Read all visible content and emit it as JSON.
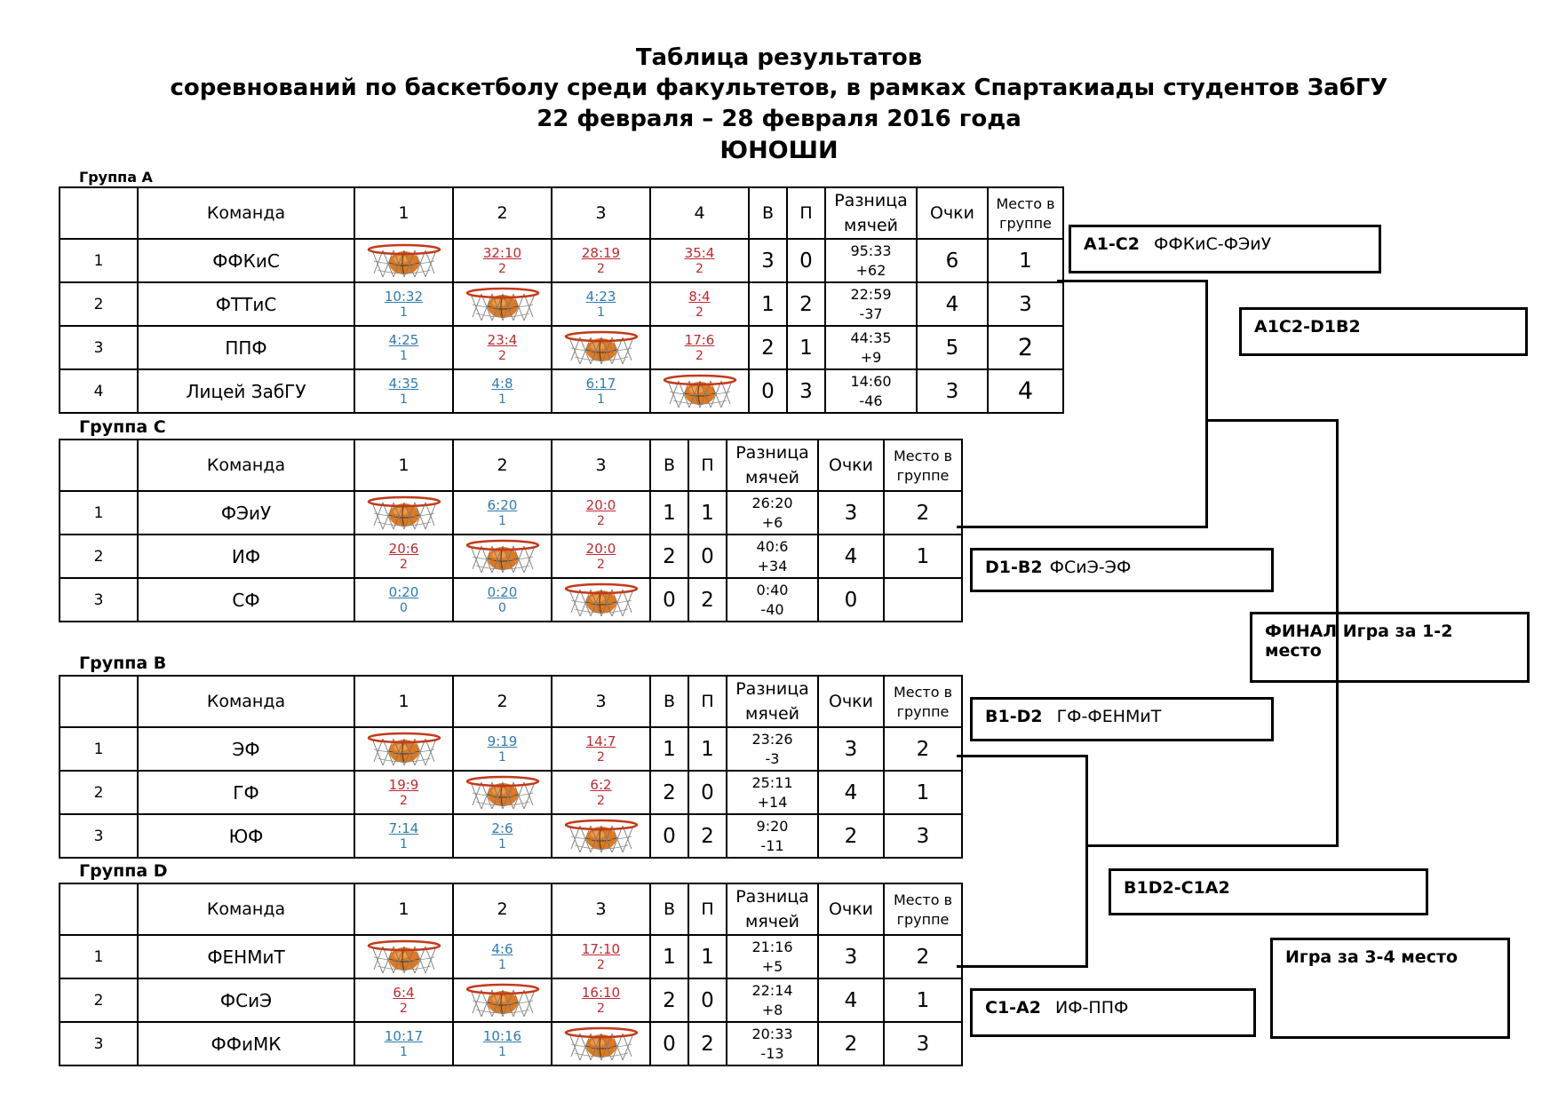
{
  "titles": {
    "line1": "Таблица результатов",
    "line2": "соревнований по баскетболу среди факультетов, в рамках Спартакиады студентов ЗабГУ",
    "line3": "22 февраля – 28 февраля 2016 года",
    "line4": "ЮНОШИ"
  },
  "headers": {
    "team": "Команда",
    "won": "В",
    "lost": "П",
    "diff": "Разница мячей",
    "points": "Очки",
    "place": "Место в группе"
  },
  "colors": {
    "win": "#c0282f",
    "loss": "#2e7bb0"
  },
  "groups": {
    "A": {
      "label": "Группа А",
      "cols": [
        "1",
        "2",
        "3",
        "4"
      ],
      "rows": [
        {
          "n": "1",
          "team": "ФФКиС",
          "cells": [
            null,
            {
              "s": "32:10",
              "p": "2",
              "c": "red"
            },
            {
              "s": "28:19",
              "p": "2",
              "c": "red"
            },
            {
              "s": "35:4",
              "p": "2",
              "c": "red"
            }
          ],
          "w": "3",
          "l": "0",
          "d1": "95:33",
          "d2": "+62",
          "pts": "6",
          "place": "1"
        },
        {
          "n": "2",
          "team": "ФТТиС",
          "cells": [
            {
              "s": "10:32",
              "p": "1",
              "c": "blue"
            },
            null,
            {
              "s": "4:23",
              "p": "1",
              "c": "blue"
            },
            {
              "s": "8:4",
              "p": "2",
              "c": "red"
            }
          ],
          "w": "1",
          "l": "2",
          "d1": "22:59",
          "d2": "-37",
          "pts": "4",
          "place": "3"
        },
        {
          "n": "3",
          "team": "ППФ",
          "cells": [
            {
              "s": "4:25",
              "p": "1",
              "c": "blue"
            },
            {
              "s": "23:4",
              "p": "2",
              "c": "red"
            },
            null,
            {
              "s": "17:6",
              "p": "2",
              "c": "red"
            }
          ],
          "w": "2",
          "l": "1",
          "d1": "44:35",
          "d2": "+9",
          "pts": "5",
          "place": "2"
        },
        {
          "n": "4",
          "team": "Лицей ЗабГУ",
          "cells": [
            {
              "s": "4:35",
              "p": "1",
              "c": "blue"
            },
            {
              "s": "4:8",
              "p": "1",
              "c": "blue"
            },
            {
              "s": "6:17",
              "p": "1",
              "c": "blue"
            },
            null
          ],
          "w": "0",
          "l": "3",
          "d1": "14:60",
          "d2": "-46",
          "pts": "3",
          "place": "4"
        }
      ]
    },
    "C": {
      "label": "Группа С",
      "cols": [
        "1",
        "2",
        "3"
      ],
      "rows": [
        {
          "n": "1",
          "team": "ФЭиУ",
          "cells": [
            null,
            {
              "s": "6:20",
              "p": "1",
              "c": "blue"
            },
            {
              "s": "20:0",
              "p": "2",
              "c": "red"
            }
          ],
          "w": "1",
          "l": "1",
          "d1": "26:20",
          "d2": "+6",
          "pts": "3",
          "place": "2"
        },
        {
          "n": "2",
          "team": "ИФ",
          "cells": [
            {
              "s": "20:6",
              "p": "2",
              "c": "red"
            },
            null,
            {
              "s": "20:0",
              "p": "2",
              "c": "red"
            }
          ],
          "w": "2",
          "l": "0",
          "d1": "40:6",
          "d2": "+34",
          "pts": "4",
          "place": "1"
        },
        {
          "n": "3",
          "team": "СФ",
          "cells": [
            {
              "s": "0:20",
              "p": "0",
              "c": "blue"
            },
            {
              "s": "0:20",
              "p": "0",
              "c": "blue"
            },
            null
          ],
          "w": "0",
          "l": "2",
          "d1": "0:40",
          "d2": "-40",
          "pts": "0",
          "place": ""
        }
      ]
    },
    "B": {
      "label": "Группа В",
      "cols": [
        "1",
        "2",
        "3"
      ],
      "rows": [
        {
          "n": "1",
          "team": "ЭФ",
          "cells": [
            null,
            {
              "s": "9:19",
              "p": "1",
              "c": "blue"
            },
            {
              "s": "14:7",
              "p": "2",
              "c": "red"
            }
          ],
          "w": "1",
          "l": "1",
          "d1": "23:26",
          "d2": "-3",
          "pts": "3",
          "place": "2"
        },
        {
          "n": "2",
          "team": "ГФ",
          "cells": [
            {
              "s": "19:9",
              "p": "2",
              "c": "red"
            },
            null,
            {
              "s": "6:2",
              "p": "2",
              "c": "red"
            }
          ],
          "w": "2",
          "l": "0",
          "d1": "25:11",
          "d2": "+14",
          "pts": "4",
          "place": "1"
        },
        {
          "n": "3",
          "team": "ЮФ",
          "cells": [
            {
              "s": "7:14",
              "p": "1",
              "c": "blue"
            },
            {
              "s": "2:6",
              "p": "1",
              "c": "blue"
            },
            null
          ],
          "w": "0",
          "l": "2",
          "d1": "9:20",
          "d2": "-11",
          "pts": "2",
          "place": "3"
        }
      ]
    },
    "D": {
      "label": "Группа D",
      "cols": [
        "1",
        "2",
        "3"
      ],
      "rows": [
        {
          "n": "1",
          "team": "ФЕНМиТ",
          "cells": [
            null,
            {
              "s": "4:6",
              "p": "1",
              "c": "blue"
            },
            {
              "s": "17:10",
              "p": "2",
              "c": "red"
            }
          ],
          "w": "1",
          "l": "1",
          "d1": "21:16",
          "d2": "+5",
          "pts": "3",
          "place": "2"
        },
        {
          "n": "2",
          "team": "ФСиЭ",
          "cells": [
            {
              "s": "6:4",
              "p": "2",
              "c": "red"
            },
            null,
            {
              "s": "16:10",
              "p": "2",
              "c": "red"
            }
          ],
          "w": "2",
          "l": "0",
          "d1": "22:14",
          "d2": "+8",
          "pts": "4",
          "place": "1"
        },
        {
          "n": "3",
          "team": "ФФиМК",
          "cells": [
            {
              "s": "10:17",
              "p": "1",
              "c": "blue"
            },
            {
              "s": "10:16",
              "p": "1",
              "c": "blue"
            },
            null
          ],
          "w": "0",
          "l": "2",
          "d1": "20:33",
          "d2": "-13",
          "pts": "2",
          "place": "3"
        }
      ]
    }
  },
  "bracket": {
    "a1c2": {
      "code": "А1-С2",
      "teams": "ФФКиС-ФЭиУ"
    },
    "a1c2d1b2": {
      "code": "А1С2-D1В2",
      "teams": ""
    },
    "d1b2": {
      "code": "D1-В2",
      "teams": "ФСиЭ-ЭФ"
    },
    "final": {
      "code": "ФИНАЛ Игра за 1-2 место",
      "teams": ""
    },
    "b1d2": {
      "code": "В1-D2",
      "teams": "ГФ-ФЕНМиТ"
    },
    "b1d2c1a2": {
      "code": "В1D2-С1А2",
      "teams": ""
    },
    "third": {
      "code": "Игра за 3-4 место",
      "teams": ""
    },
    "c1a2": {
      "code": "С1-А2",
      "teams": "ИФ-ППФ"
    }
  }
}
